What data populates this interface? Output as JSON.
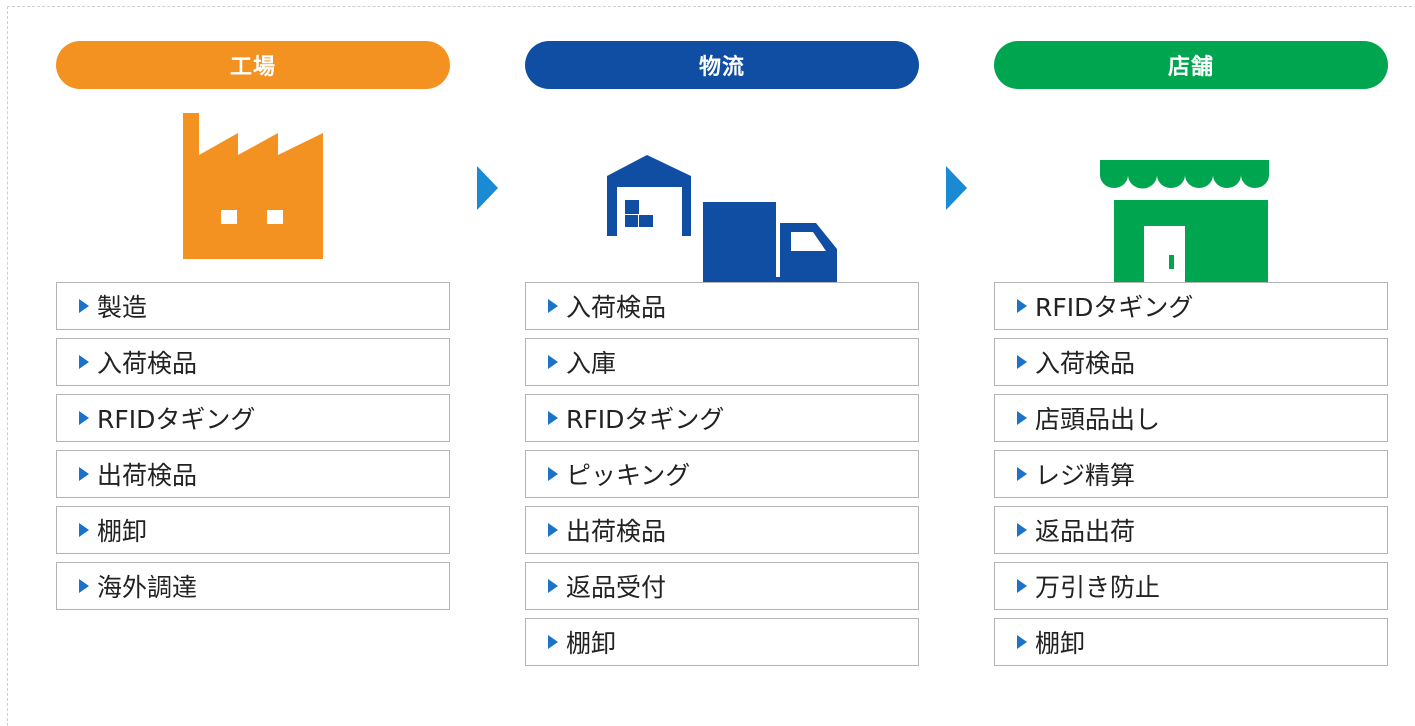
{
  "colors": {
    "factory": "#f39221",
    "logistics": "#0f4ea3",
    "store": "#00a54f",
    "arrow": "#1a8ad4",
    "bullet": "#1a73c8"
  },
  "columns": [
    {
      "title": "工場",
      "icon": "factory-icon",
      "items": [
        "製造",
        "入荷検品",
        "RFIDタギング",
        "出荷検品",
        "棚卸",
        "海外調達"
      ]
    },
    {
      "title": "物流",
      "icon": "warehouse-truck-icon",
      "items": [
        "入荷検品",
        "入庫",
        "RFIDタギング",
        "ピッキング",
        "出荷検品",
        "返品受付",
        "棚卸"
      ]
    },
    {
      "title": "店舗",
      "icon": "store-icon",
      "items": [
        "RFIDタギング",
        "入荷検品",
        "店頭品出し",
        "レジ精算",
        "返品出荷",
        "万引き防止",
        "棚卸"
      ]
    }
  ]
}
